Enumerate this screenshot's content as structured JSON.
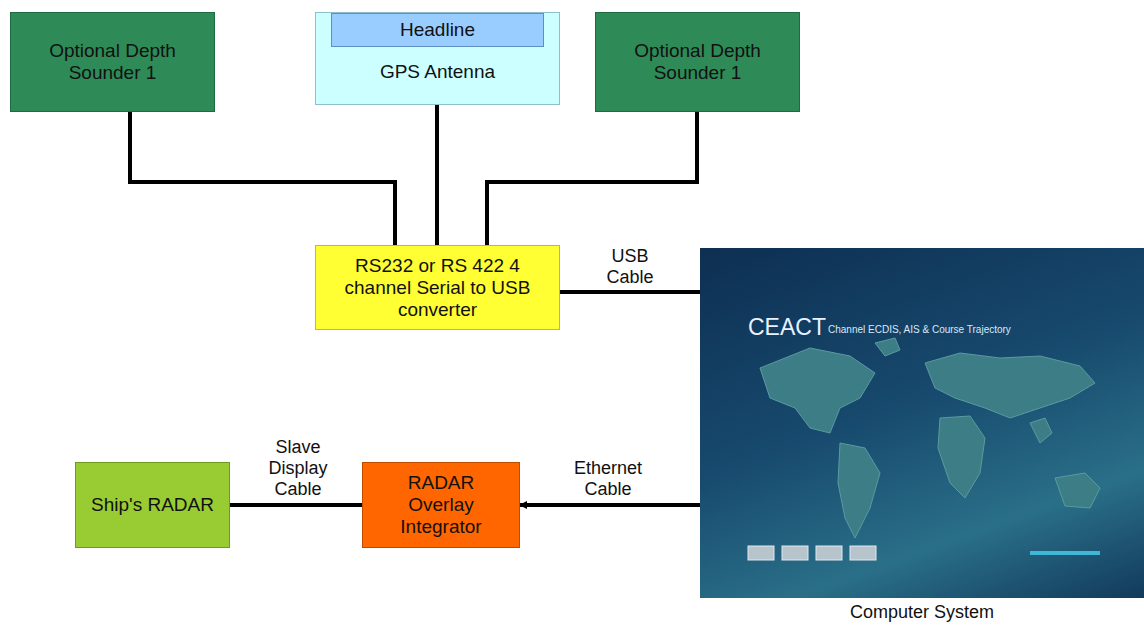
{
  "diagram": {
    "nodes": [
      {
        "text": [
          "Optional Depth Sounder 1"
        ]
      },
      {
        "text": [
          "GPS Antenna"
        ]
      },
      {
        "text": [
          "Headline"
        ],
        "in": 1
      },
      {
        "text": [
          "Optional Depth Sounder 1"
        ]
      },
      {
        "text": [
          "RS232 or RS 422 4 channel Serial to USB converter"
        ]
      },
      {
        "text": [
          "Computer System",
          "CEACT",
          "Channel ECDIS, AIS & Course Trajectory"
        ]
      },
      {
        "text": [
          "Ship's RADAR"
        ]
      },
      {
        "text": [
          "RADAR Overlay Integrator"
        ]
      }
    ],
    "edges": [
      {
        "from": 0,
        "to": 4,
        "arrow": "none"
      },
      {
        "from": 1,
        "to": 4,
        "arrow": "none"
      },
      {
        "from": 3,
        "to": 4,
        "arrow": "none"
      },
      {
        "from": 4,
        "to": 5,
        "label": "USB Cable",
        "arrow": "none"
      },
      {
        "from": 6,
        "to": 7,
        "label": "Slave Display Cable",
        "arrow": "none"
      },
      {
        "from": 5,
        "to": 7,
        "label": "Ethernet Cable",
        "arrow": "to"
      }
    ]
  }
}
